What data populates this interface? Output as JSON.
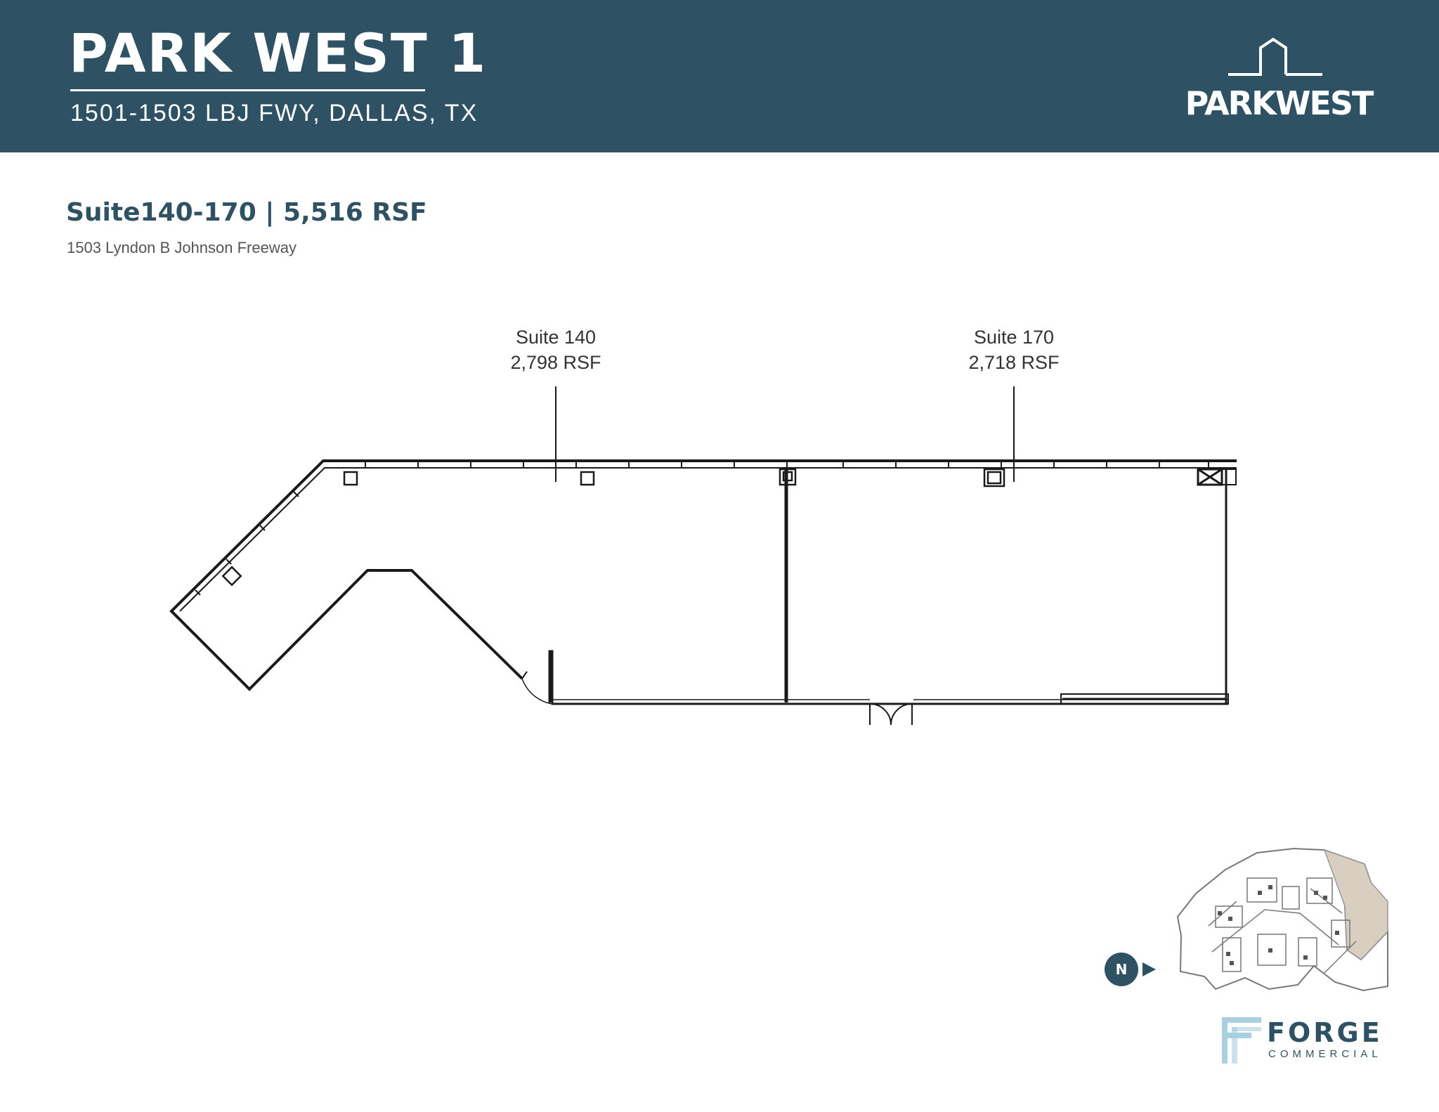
{
  "header": {
    "title": "PARK WEST 1",
    "address": "1501-1503 LBJ FWY, DALLAS, TX",
    "logo_text": "PARKWEST",
    "background_color": "#2e5163"
  },
  "suite": {
    "heading": "Suite140-170 | 5,516 RSF",
    "address": "1503 Lyndon B Johnson Freeway"
  },
  "floorplan": {
    "suites": [
      {
        "name": "Suite 140",
        "area": "2,798 RSF"
      },
      {
        "name": "Suite 170",
        "area": "2,718 RSF"
      }
    ]
  },
  "keyplan": {
    "north_label": "N",
    "highlight_color": "#d9cfc0"
  },
  "brand": {
    "name": "FORGE",
    "sub": "COMMERCIAL",
    "accent_color": "#a9cfe0"
  }
}
